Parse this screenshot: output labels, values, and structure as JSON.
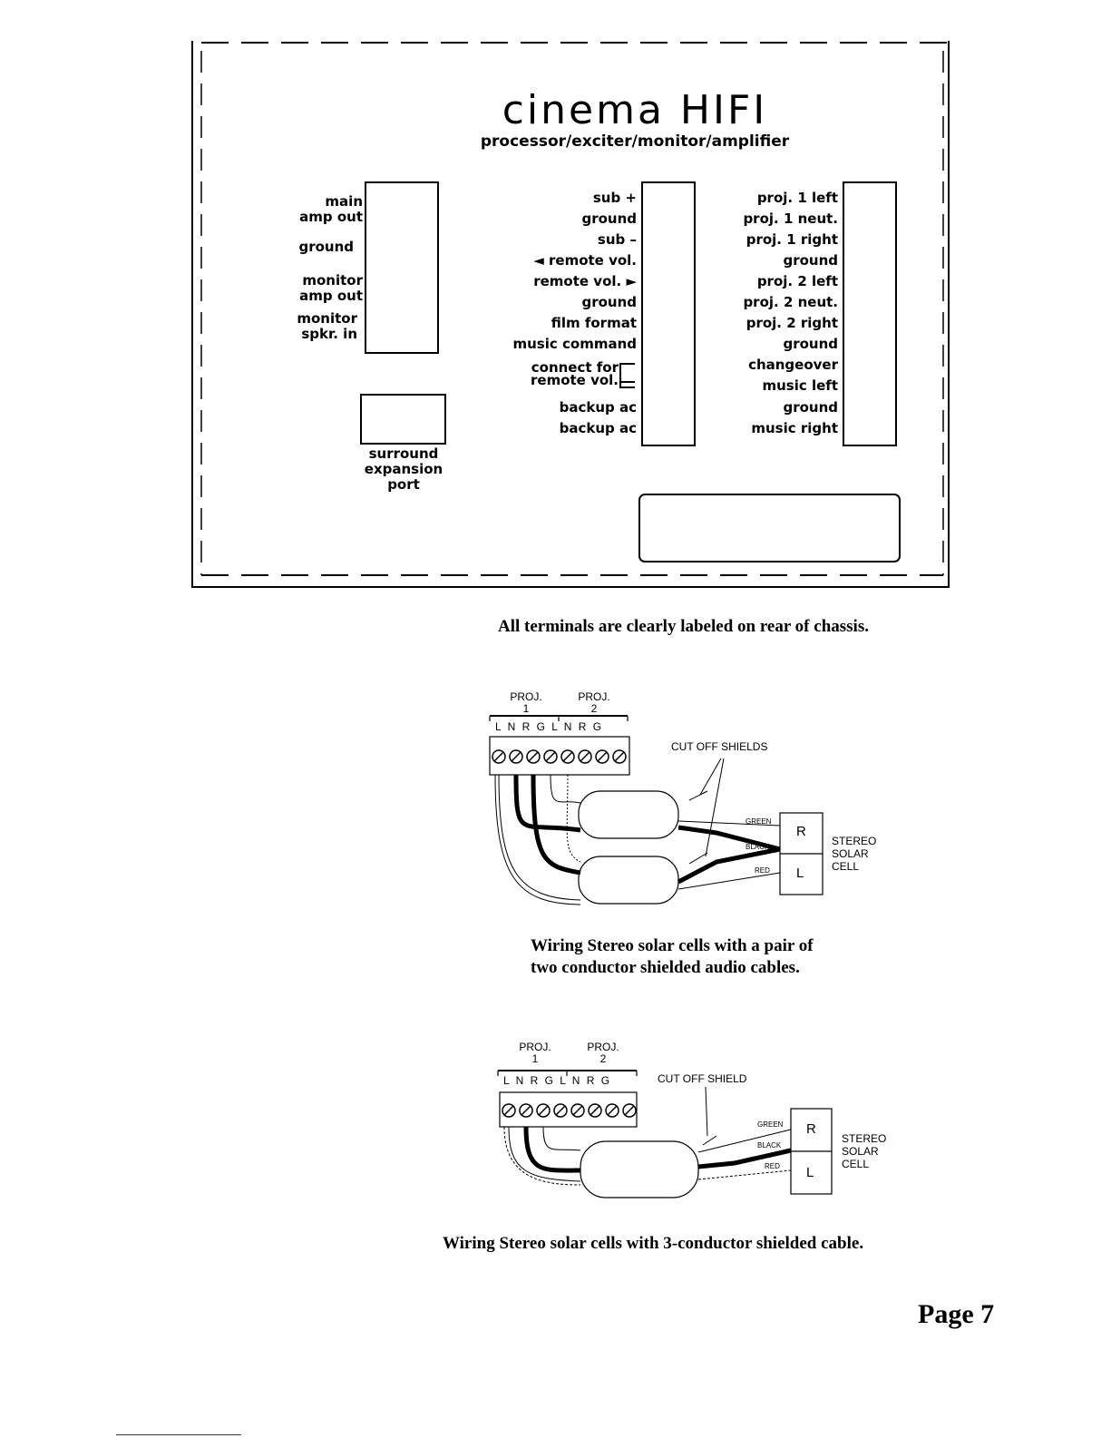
{
  "panel": {
    "title": "cinema HIFI",
    "subtitle": "processor/exciter/monitor/amplifier",
    "left_labels": [
      "main\namp out",
      "ground",
      "monitor\namp out",
      "monitor\nspkr. in"
    ],
    "expansion_label": "surround\nexpansion\nport",
    "center_labels": [
      "sub +",
      "ground",
      "sub –",
      "◄ remote vol.",
      "remote vol. ►",
      "ground",
      "film format",
      "music command",
      "connect for\nremote vol.",
      "backup ac",
      "backup ac"
    ],
    "right_labels": [
      "proj. 1 left",
      "proj. 1 neut.",
      "proj. 1 right",
      "ground",
      "proj. 2 left",
      "proj. 2 neut.",
      "proj. 2 right",
      "ground",
      "changeover",
      "music left",
      "ground",
      "music right"
    ]
  },
  "caption_terminals": "All terminals are clearly labeled on rear of chassis.",
  "diagram1": {
    "proj1": "PROJ.\n1",
    "proj2": "PROJ.\n2",
    "terminals": "L N R G L N R G",
    "cut_label": "CUT OFF SHIELDS",
    "wire_green": "GREEN",
    "wire_black": "BLACK",
    "wire_red": "RED",
    "cell_r": "R",
    "cell_l": "L",
    "cell_label": "STEREO\nSOLAR\nCELL",
    "caption": "Wiring Stereo solar cells with a pair of\ntwo conductor shielded audio cables."
  },
  "diagram2": {
    "proj1": "PROJ.\n1",
    "proj2": "PROJ.\n2",
    "terminals": "L N R G L N R G",
    "cut_label": "CUT OFF SHIELD",
    "wire_green": "GREEN",
    "wire_black": "BLACK",
    "wire_red": "RED",
    "cell_r": "R",
    "cell_l": "L",
    "cell_label": "STEREO\nSOLAR\nCELL",
    "caption": "Wiring Stereo solar cells with 3-conductor shielded cable."
  },
  "page_number": "Page 7"
}
